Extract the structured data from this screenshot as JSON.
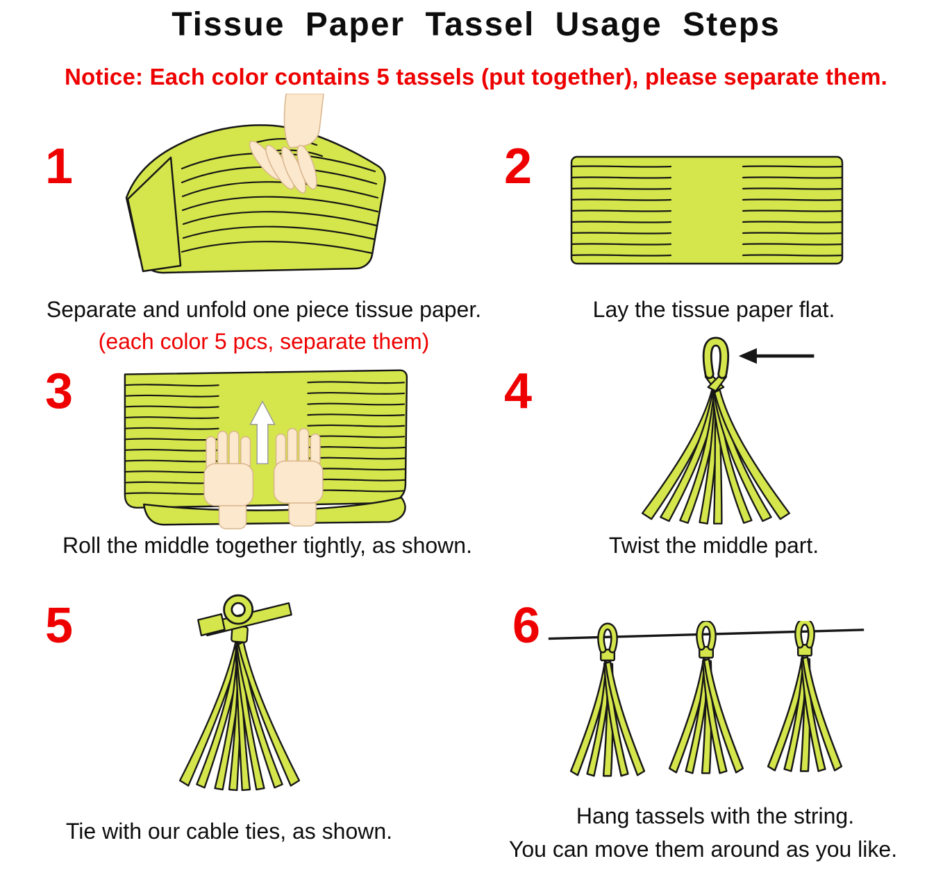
{
  "title": "Tissue Paper Tassel Usage Steps",
  "notice": "Notice:  Each color contains 5 tassels (put together), please separate them.",
  "colors": {
    "tissue_green": "#d4e64b",
    "outline_black": "#161616",
    "accent_red": "#ee0000",
    "skin_tone": "#fce8cd",
    "background": "#ffffff"
  },
  "steps": [
    {
      "number": "1",
      "caption": "Separate and unfold one piece tissue paper.",
      "subcaption": "(each color 5 pcs, separate them)",
      "illustration": "hand-unfolding-tissue"
    },
    {
      "number": "2",
      "caption": "Lay the tissue paper flat.",
      "illustration": "flat-fringed-tissue"
    },
    {
      "number": "3",
      "caption": "Roll the middle together tightly, as shown.",
      "illustration": "hands-rolling-middle"
    },
    {
      "number": "4",
      "caption": "Twist the middle part.",
      "illustration": "twisted-tassel-with-arrow"
    },
    {
      "number": "5",
      "caption": "Tie with our cable ties, as shown.",
      "illustration": "tassel-with-cable-tie"
    },
    {
      "number": "6",
      "caption": "Hang tassels with the string.",
      "caption2": "You can move them around as you like.",
      "illustration": "three-hanging-tassels"
    }
  ]
}
